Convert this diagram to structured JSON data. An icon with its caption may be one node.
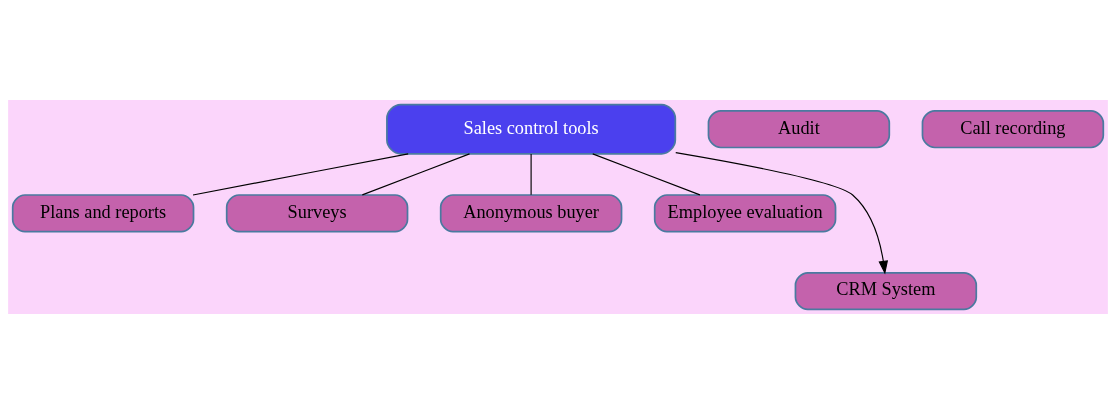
{
  "diagram": {
    "nodes": [
      {
        "text": [
          "Sales control tools"
        ]
      },
      {
        "text": [
          "Plans and reports"
        ]
      },
      {
        "text": [
          "Surveys"
        ]
      },
      {
        "text": [
          "Audit"
        ]
      },
      {
        "text": [
          "Call recording"
        ]
      },
      {
        "text": [
          "Anonymous buyer"
        ]
      },
      {
        "text": [
          "Employee evaluation"
        ]
      },
      {
        "text": [
          "CRM System"
        ]
      }
    ],
    "edges": [
      {
        "from": 0,
        "to": 1,
        "arrow": "none"
      },
      {
        "from": 0,
        "to": 2,
        "arrow": "none"
      },
      {
        "from": 0,
        "to": 5,
        "arrow": "none"
      },
      {
        "from": 0,
        "to": 6,
        "arrow": "none"
      },
      {
        "from": 0,
        "to": 7,
        "arrow": "to"
      }
    ]
  }
}
